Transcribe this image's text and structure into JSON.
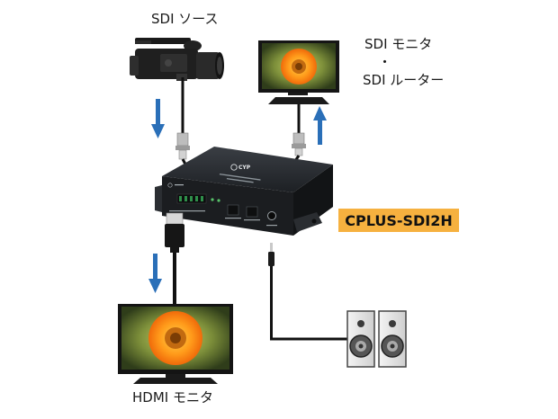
{
  "labels": {
    "sdi_source": "SDI ソース",
    "sdi_monitor": "SDI モニタ",
    "dot": "・",
    "sdi_router": "SDI ルーター",
    "hdmi_monitor": "HDMI モニタ"
  },
  "product": {
    "model": "CPLUS-SDI2H",
    "brand": "CYP"
  },
  "colors": {
    "arrow": "#2a6fb8",
    "badge": "#f6b13f",
    "cable": "#111111",
    "device": "#1b1d20"
  }
}
